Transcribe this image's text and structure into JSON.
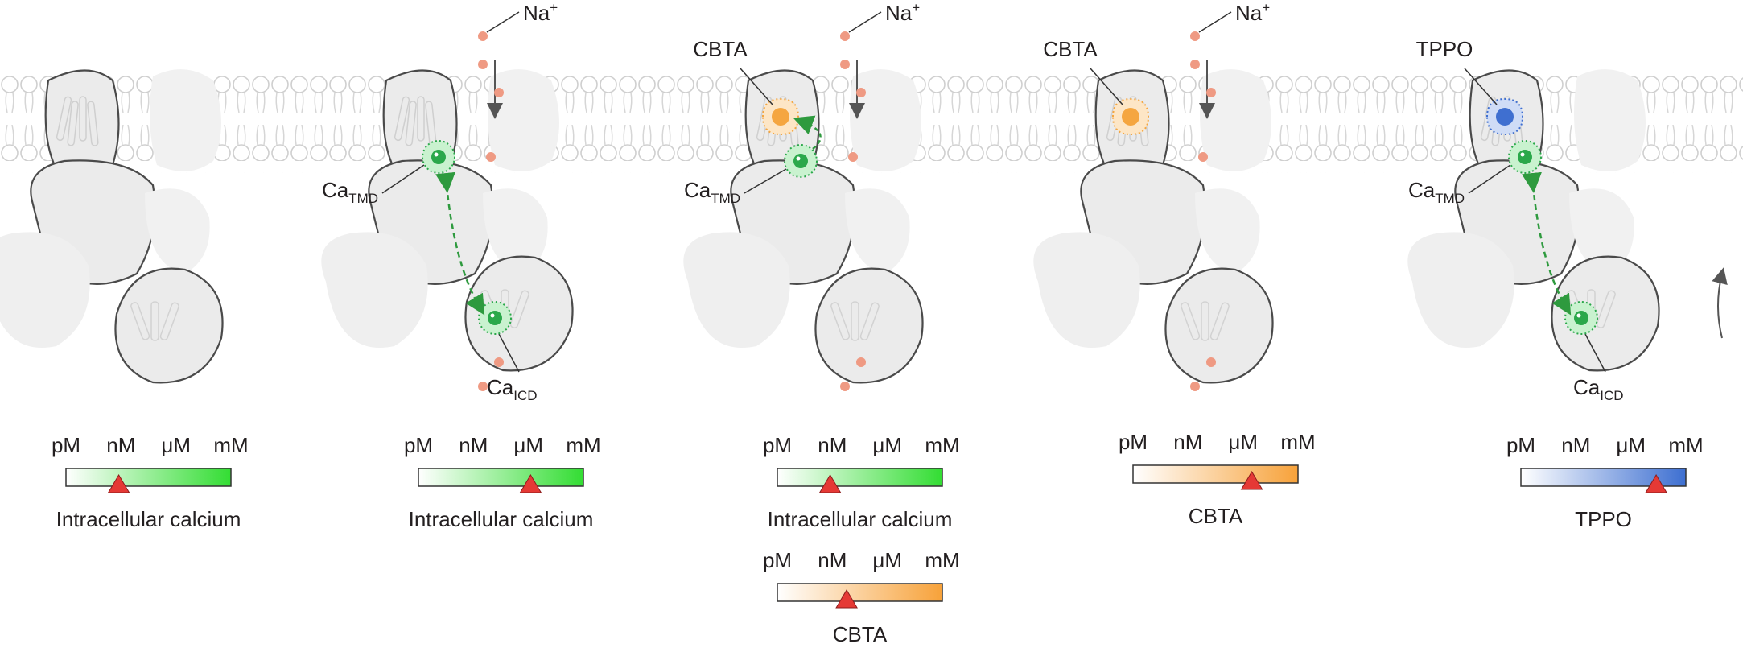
{
  "colors": {
    "membrane": "#d9d9d9",
    "protein_fill": "#ebebeb",
    "protein_outline": "#4a4a4a",
    "calcium": "#2aa84a",
    "calcium_halo": "#c9f2cf",
    "sodium": "#ef9a83",
    "cbta": "#f5a640",
    "tppo": "#3f6fd0",
    "marker": "#e53935",
    "green_scale": "#33dd33",
    "orange_scale": "#f7a23a",
    "blue_scale": "#3d6fd1"
  },
  "panels": [
    {
      "ions": [],
      "ligand": null,
      "calcium_sites": [],
      "scales": [
        {
          "ticks": [
            "pM",
            "nM",
            "μM",
            "mM"
          ],
          "gradient": "green",
          "marker_fraction": 0.32,
          "caption": "Intracellular calcium"
        }
      ]
    },
    {
      "ions": [
        {
          "label_base": "Na",
          "label_sup": "+"
        }
      ],
      "ligand": null,
      "calcium_sites": [
        {
          "label_base": "Ca",
          "label_sub": "TMD"
        },
        {
          "label_base": "Ca",
          "label_sub": "ICD"
        }
      ],
      "scales": [
        {
          "ticks": [
            "pM",
            "nM",
            "μM",
            "mM"
          ],
          "gradient": "green",
          "marker_fraction": 0.68,
          "caption": "Intracellular calcium"
        }
      ]
    },
    {
      "ions": [
        {
          "label_base": "Na",
          "label_sup": "+"
        }
      ],
      "ligand": {
        "label": "CBTA",
        "color": "orange"
      },
      "calcium_sites": [
        {
          "label_base": "Ca",
          "label_sub": "TMD"
        }
      ],
      "scales": [
        {
          "ticks": [
            "pM",
            "nM",
            "μM",
            "mM"
          ],
          "gradient": "green",
          "marker_fraction": 0.32,
          "caption": "Intracellular calcium"
        },
        {
          "ticks": [
            "pM",
            "nM",
            "μM",
            "mM"
          ],
          "gradient": "orange",
          "marker_fraction": 0.42,
          "caption": "CBTA"
        }
      ]
    },
    {
      "ions": [
        {
          "label_base": "Na",
          "label_sup": "+"
        }
      ],
      "ligand": {
        "label": "CBTA",
        "color": "orange"
      },
      "calcium_sites": [],
      "scales": [
        {
          "ticks": [
            "pM",
            "nM",
            "μM",
            "mM"
          ],
          "gradient": "orange",
          "marker_fraction": 0.72,
          "caption": "CBTA"
        }
      ]
    },
    {
      "ions": [],
      "ligand": {
        "label": "TPPO",
        "color": "blue"
      },
      "calcium_sites": [
        {
          "label_base": "Ca",
          "label_sub": "TMD"
        },
        {
          "label_base": "Ca",
          "label_sub": "ICD"
        }
      ],
      "scales": [
        {
          "ticks": [
            "pM",
            "nM",
            "μM",
            "mM"
          ],
          "gradient": "blue",
          "marker_fraction": 0.82,
          "caption": "TPPO"
        }
      ]
    }
  ]
}
